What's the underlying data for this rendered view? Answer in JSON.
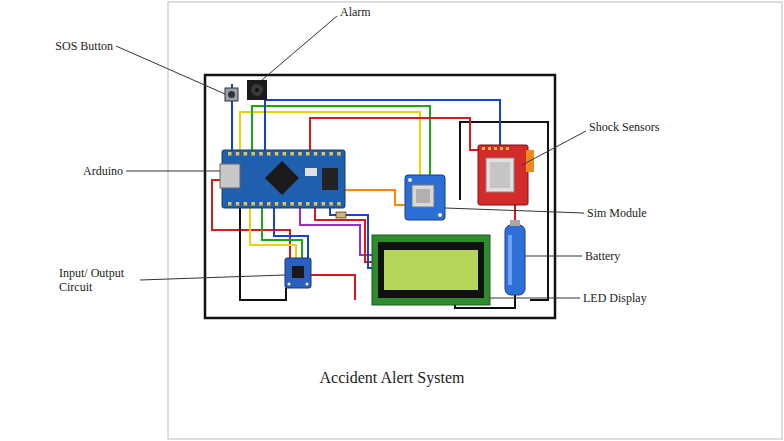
{
  "diagram": {
    "caption": "Accident Alert System",
    "labels": [
      "Alarm",
      "SOS Button",
      "Arduino",
      "Shock Sensors",
      "Sim Module",
      "Battery",
      "Input/ Output Circuit",
      "LED Display"
    ]
  }
}
